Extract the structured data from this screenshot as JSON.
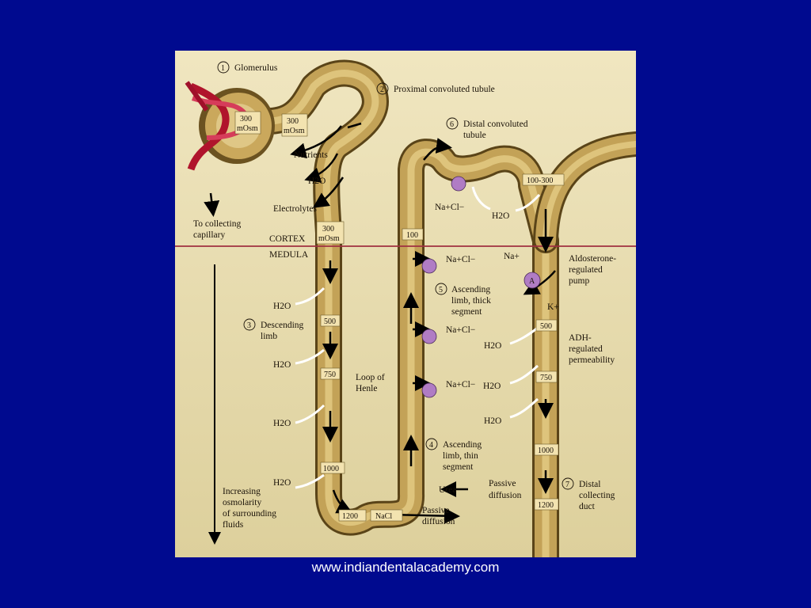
{
  "footer": "www.indiandentalacademy.com",
  "colors": {
    "slide_bg": "#000a8f",
    "figure_bg": "#e8dba4",
    "tubule": "#b69548",
    "vessel": "#b0142c",
    "divider": "#a03040",
    "pump": "#b07cc4"
  },
  "labels": {
    "glomerulus": "Glomerulus",
    "proximal": "Proximal convoluted tubule",
    "distal_1": "Distal convoluted",
    "distal_2": "tubule",
    "nutrients": "Nutrients",
    "h2o": "H2O",
    "electrolytes": "Electrolytes",
    "to_collecting_1": "To collecting",
    "to_collecting_2": "capillary",
    "cortex": "CORTEX",
    "medula": "MEDULA",
    "desc_1": "Descending",
    "desc_2": "limb",
    "loop_1": "Loop of",
    "loop_2": "Henle",
    "asc_thick_1": "Ascending",
    "asc_thick_2": "limb, thick",
    "asc_thick_3": "segment",
    "asc_thin_1": "Ascending",
    "asc_thin_2": "limb, thin",
    "asc_thin_3": "segment",
    "nacl_ion": "Na+Cl−",
    "na_ion": "Na+",
    "k_ion": "K+",
    "pump_letter": "A",
    "aldo_1": "Aldosterone-",
    "aldo_2": "regulated",
    "aldo_3": "pump",
    "adh_1": "ADH-",
    "adh_2": "regulated",
    "adh_3": "permeability",
    "urea": "Urea",
    "passive_1": "Passive",
    "passive_2": "diffusion",
    "dcd_1": "Distal",
    "dcd_2": "collecting",
    "dcd_3": "duct",
    "inc_1": "Increasing",
    "inc_2": "osmolarity",
    "inc_3": "of surrounding",
    "inc_4": "fluids",
    "nacl": "NaCl",
    "mosm_300": "300",
    "mosm_unit": "mOsm"
  },
  "numbers": {
    "n1": "1",
    "n2": "2",
    "n3": "3",
    "n4": "4",
    "n5": "5",
    "n6": "6",
    "n7": "7"
  },
  "boxes": {
    "b100": "100",
    "b100_300": "100-300",
    "b500": "500",
    "b750": "750",
    "b1000": "1000",
    "b1200": "1200"
  }
}
